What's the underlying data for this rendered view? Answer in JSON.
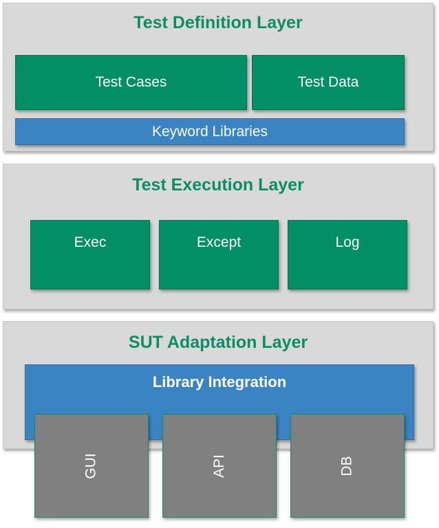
{
  "test_definition_layer": {
    "title": "Test Definition Layer",
    "boxes": [
      "Test Cases",
      "Test Data"
    ],
    "bar": "Keyword Libraries"
  },
  "test_execution_layer": {
    "title": "Test Execution Layer",
    "boxes": [
      "Exec",
      "Except",
      "Log"
    ]
  },
  "sut_adaptation_layer": {
    "title": "SUT Adaptation Layer",
    "integration": "Library Integration",
    "adapters": [
      "GUI",
      "API",
      "DB"
    ]
  },
  "colors": {
    "green": "#038f65",
    "blue": "#3b84c4",
    "gray": "#808080",
    "layer_bg": "#d9d9d9",
    "title_green": "#0a8f64"
  }
}
